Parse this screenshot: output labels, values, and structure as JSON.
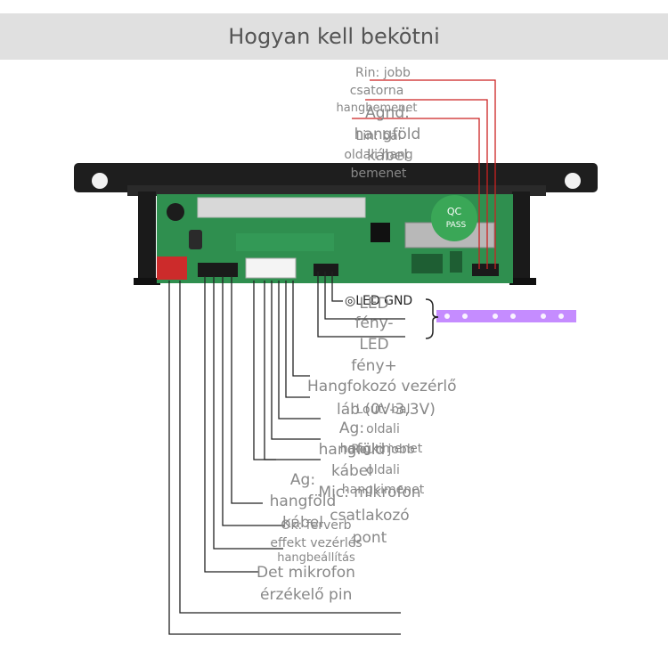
{
  "title": "Hogyan kell bekötni",
  "labels": {
    "rin_1": "Rin: jobb",
    "rin_2": "csatorna",
    "rin_3": "hangbemenet",
    "agnd_1": "Agnd:",
    "agnd_2": "hangföld",
    "agnd_3": "kábel",
    "lin_1": "Lin: bal",
    "lin_2": "oldali hang",
    "lin_3": "bemenet",
    "led_gnd": "◎LED GND",
    "led_minus_1": "LED",
    "led_minus_2": "fény-",
    "led_plus_1": "LED",
    "led_plus_2": "fény+",
    "amp_1": "Hangfokozó vezérlő",
    "amp_2": "láb (0V-3,3V)",
    "lout_1": "Lout: bal",
    "lout_2": "oldali",
    "lout_3": "hangkimenet",
    "ag1_1": "Ag:",
    "ag1_2": "hangföld",
    "ag1_3": "kábel",
    "rout_1": "Rout: jobb",
    "rout_2": "oldali",
    "rout_3": "hangkimenet",
    "ag2_1": "Ag:",
    "ag2_2": "hangföld",
    "ag2_3": "kábel",
    "mic_1": "Mic: mikrofon",
    "mic_2": "csatlakozó",
    "mic_3": "pont",
    "ok_1": "Ok: ferverb",
    "ok_2": "effekt vezérlés",
    "ok_3": "hangbeállítás",
    "det_1": "Det mikrofon",
    "det_2": "érzékelő pin"
  },
  "board": {
    "chip_1": "QC",
    "chip_2": "PASS"
  },
  "colors": {
    "title_bg": "#e0e0e0",
    "title_text": "#555555",
    "label_text": "#888888",
    "line_black": "#222222",
    "line_red": "#cc2222",
    "pcb_green": "#2f8f4f",
    "bezel": "#1e1e1e",
    "led_strip": "#c58cff"
  }
}
